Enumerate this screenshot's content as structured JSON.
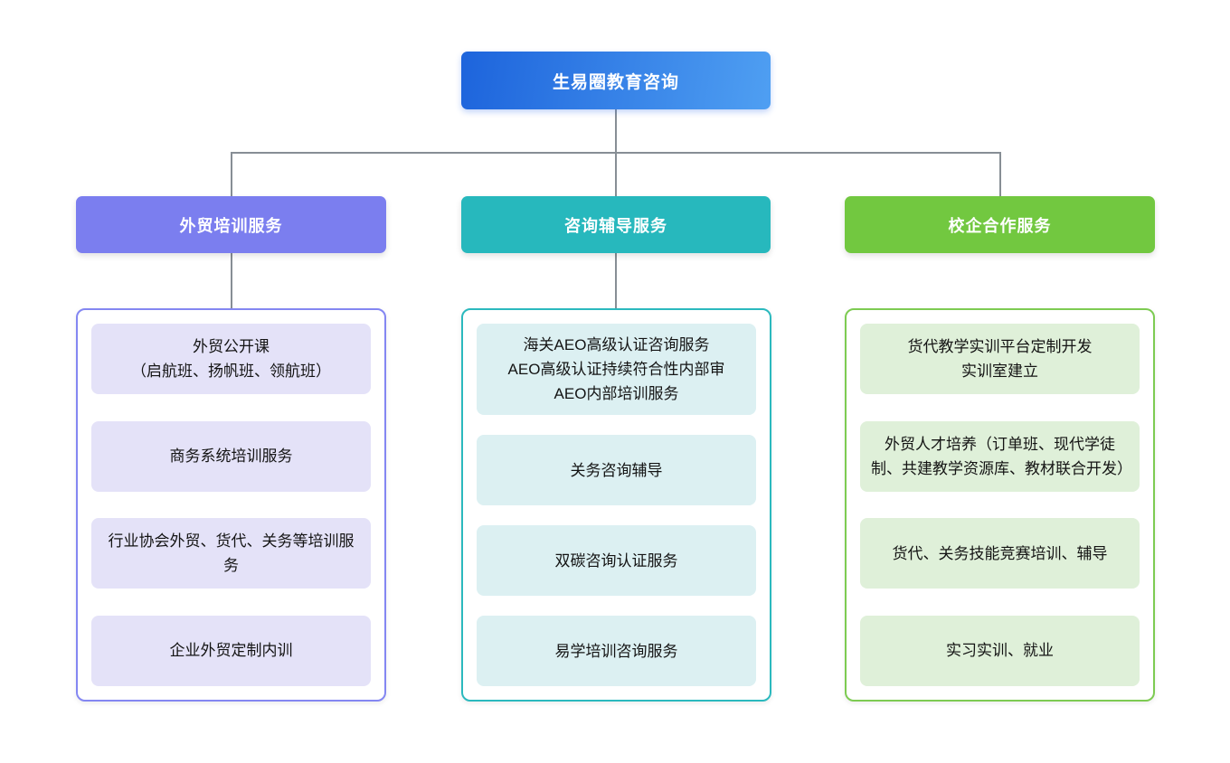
{
  "root": {
    "title": "生易圈教育咨询",
    "gradient_start": "#1d64dc",
    "gradient_end": "#4f9ff2",
    "text_color": "#ffffff"
  },
  "connector_color": "#878e95",
  "columns": [
    {
      "id": "foreign-trade-training",
      "title": "外贸培训服务",
      "header_color": "#7b7eef",
      "border_color": "#8487f2",
      "item_bg": "#e4e2f8",
      "has_header_to_container_connector": true,
      "items": [
        [
          "外贸公开课",
          "（启航班、扬帆班、领航班）"
        ],
        "商务系统培训服务",
        "行业协会外贸、货代、关务等培训服务",
        "企业外贸定制内训"
      ]
    },
    {
      "id": "consulting-coaching",
      "title": "咨询辅导服务",
      "header_color": "#27b8bd",
      "border_color": "#2bb9be",
      "item_bg": "#dcf0f2",
      "has_header_to_container_connector": true,
      "items": [
        [
          "海关AEO高级认证咨询服务",
          "AEO高级认证持续符合性内部审",
          "AEO内部培训服务"
        ],
        "关务咨询辅导",
        "双碳咨询认证服务",
        "易学培训咨询服务"
      ]
    },
    {
      "id": "school-enterprise-cooperation",
      "title": "校企合作服务",
      "header_color": "#72c840",
      "border_color": "#7dcb52",
      "item_bg": "#dff0d9",
      "has_header_to_container_connector": false,
      "items": [
        [
          "货代教学实训平台定制开发",
          "实训室建立"
        ],
        "外贸人才培养（订单班、现代学徒制、共建教学资源库、教材联合开发）",
        "货代、关务技能竞赛培训、辅导",
        "实习实训、就业"
      ]
    }
  ]
}
